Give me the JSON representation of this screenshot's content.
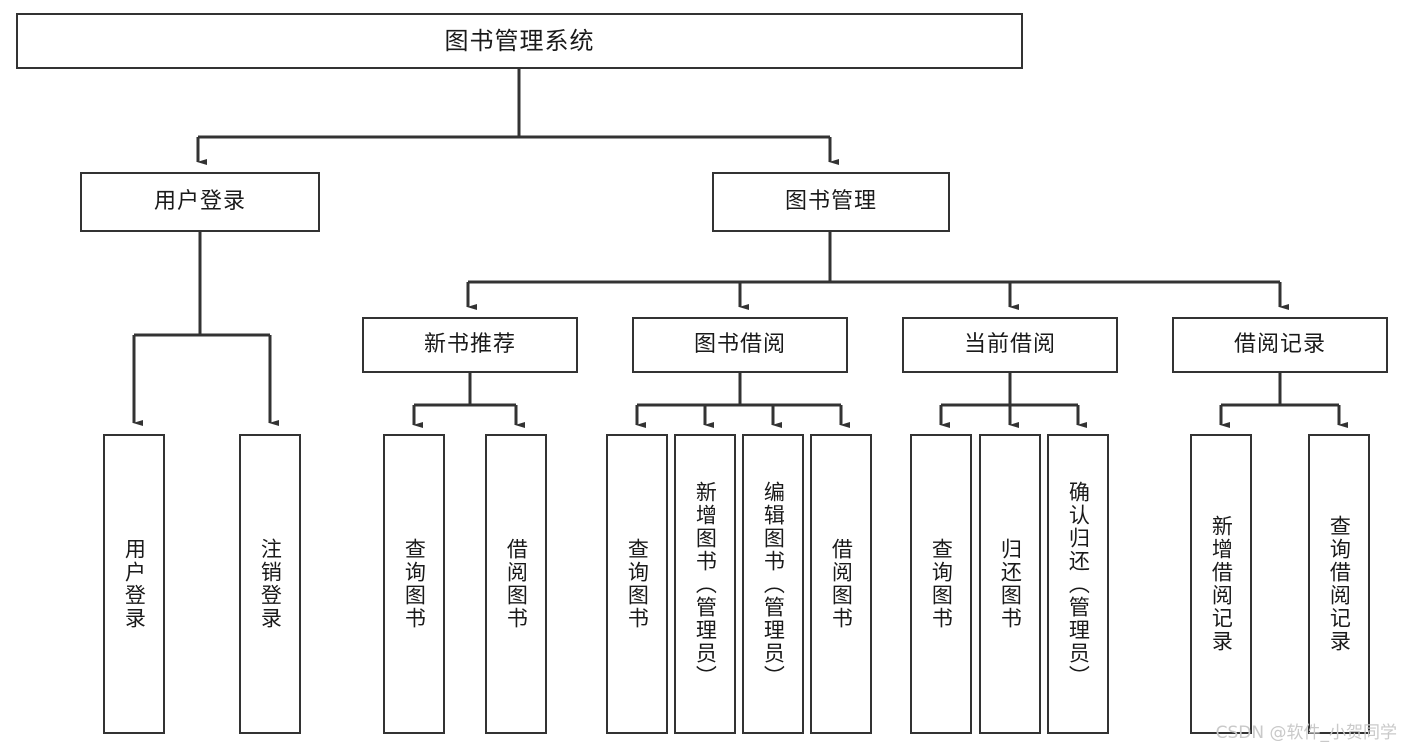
{
  "diagram": {
    "title": "图书管理系统",
    "type": "tree-hierarchy",
    "watermark": "CSDN @软件_小贺同学",
    "colors": {
      "box_border": "#333333",
      "box_fill": "#ffffff",
      "connector": "#333333",
      "text": "#1a1a1a",
      "watermark": "#c9c9c9",
      "background": "#ffffff"
    },
    "root": {
      "label": "图书管理系统"
    },
    "level2": [
      {
        "id": "user-login",
        "label": "用户登录"
      },
      {
        "id": "book-manage",
        "label": "图书管理"
      }
    ],
    "level3": [
      {
        "id": "new-book-recommend",
        "label": "新书推荐"
      },
      {
        "id": "book-borrow",
        "label": "图书借阅"
      },
      {
        "id": "current-borrow",
        "label": "当前借阅"
      },
      {
        "id": "borrow-record",
        "label": "借阅记录"
      }
    ],
    "leaves": {
      "user_login": [
        {
          "id": "leaf-user-login",
          "label": "用户登录"
        },
        {
          "id": "leaf-logout-login",
          "label": "注销登录"
        }
      ],
      "new_book_recommend": [
        {
          "id": "leaf-query-book-1",
          "label": "查询图书"
        },
        {
          "id": "leaf-borrow-book-1",
          "label": "借阅图书"
        }
      ],
      "book_borrow": [
        {
          "id": "leaf-query-book-2",
          "label": "查询图书"
        },
        {
          "id": "leaf-add-book",
          "label": "新增图书（管理员）"
        },
        {
          "id": "leaf-edit-book",
          "label": "编辑图书（管理员）"
        },
        {
          "id": "leaf-borrow-book-2",
          "label": "借阅图书"
        }
      ],
      "current_borrow": [
        {
          "id": "leaf-query-book-3",
          "label": "查询图书"
        },
        {
          "id": "leaf-return-book",
          "label": "归还图书"
        },
        {
          "id": "leaf-confirm-return",
          "label": "确认归还（管理员）"
        }
      ],
      "borrow_record": [
        {
          "id": "leaf-add-record",
          "label": "新增借阅记录"
        },
        {
          "id": "leaf-query-record",
          "label": "查询借阅记录"
        }
      ]
    }
  }
}
